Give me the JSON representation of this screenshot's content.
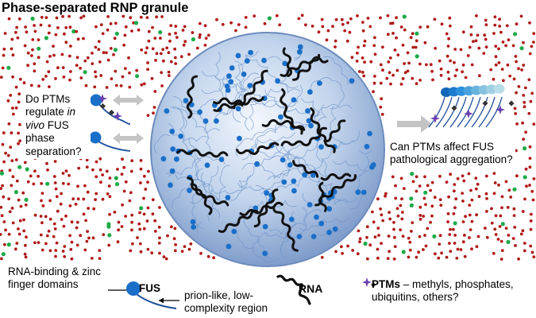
{
  "title": "Phase-separated RNP granule",
  "question_left": {
    "line1": "Do PTMs",
    "line2_before": "regulate ",
    "line2_italic": "in",
    "line3_italic": "vivo",
    "line3_after": " FUS",
    "line4": "phase",
    "line5": "separation?"
  },
  "question_right": {
    "line1": "Can PTMs affect FUS",
    "line2": "pathological aggregation?"
  },
  "legend": {
    "domains_line1": "RNA-binding & zinc",
    "domains_line2": "finger domains",
    "fus_label": "FUS",
    "prion_line1": "prion-like, low-",
    "prion_line2": "complexity region",
    "rna_label": "RNA",
    "ptm_bold": "PTMs",
    "ptm_line1_rest": " – methyls, phosphates,",
    "ptm_line2": "ubiquitins, others?"
  },
  "colors": {
    "background_dot_red": "#b01a1a",
    "background_dot_green": "#1faa4a",
    "granule_light": "#eef3fb",
    "granule_mid": "#9db7dc",
    "granule_edge": "#5f7fb4",
    "fus_blue": "#1a6fc8",
    "fus_tail": "#1f4e9c",
    "rna_black": "#111111",
    "ptm_purple": "#6a3fb0",
    "ptm_dark": "#333333",
    "arrow_gray": "#bfbfbf"
  },
  "icons": [
    "fus-protein-icon",
    "rna-strand-icon",
    "ptm-star-icon",
    "ptm-diamond-icon",
    "double-arrow-icon",
    "right-arrow-icon",
    "fus-fibril-icon"
  ]
}
